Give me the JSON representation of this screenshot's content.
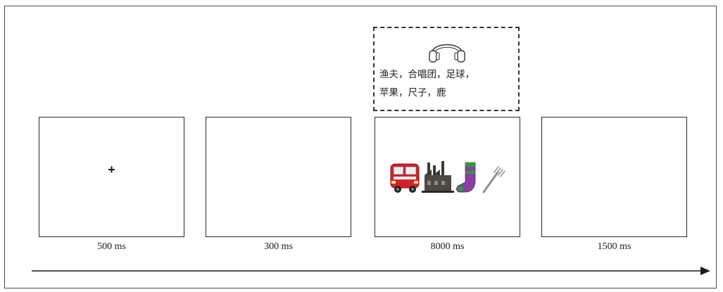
{
  "audio": {
    "icon": "headphones-icon",
    "line1": "渔夫，合唱团，足球，",
    "line2": "苹果，尺子，鹿"
  },
  "screens": [
    {
      "content": "+",
      "duration": "500 ms"
    },
    {
      "content": "",
      "duration": "300 ms"
    },
    {
      "content": [
        "bus-icon",
        "factory-icon",
        "sock-icon",
        "fork-icon"
      ],
      "duration": "8000 ms"
    },
    {
      "content": "",
      "duration": "1500 ms"
    }
  ],
  "colors": {
    "bus_red": "#d4222a",
    "factory_dark": "#3c3b36",
    "sock_purple": "#8a3fa0",
    "sock_green": "#2f9a3c",
    "fork_gray": "#8f8f8f"
  }
}
